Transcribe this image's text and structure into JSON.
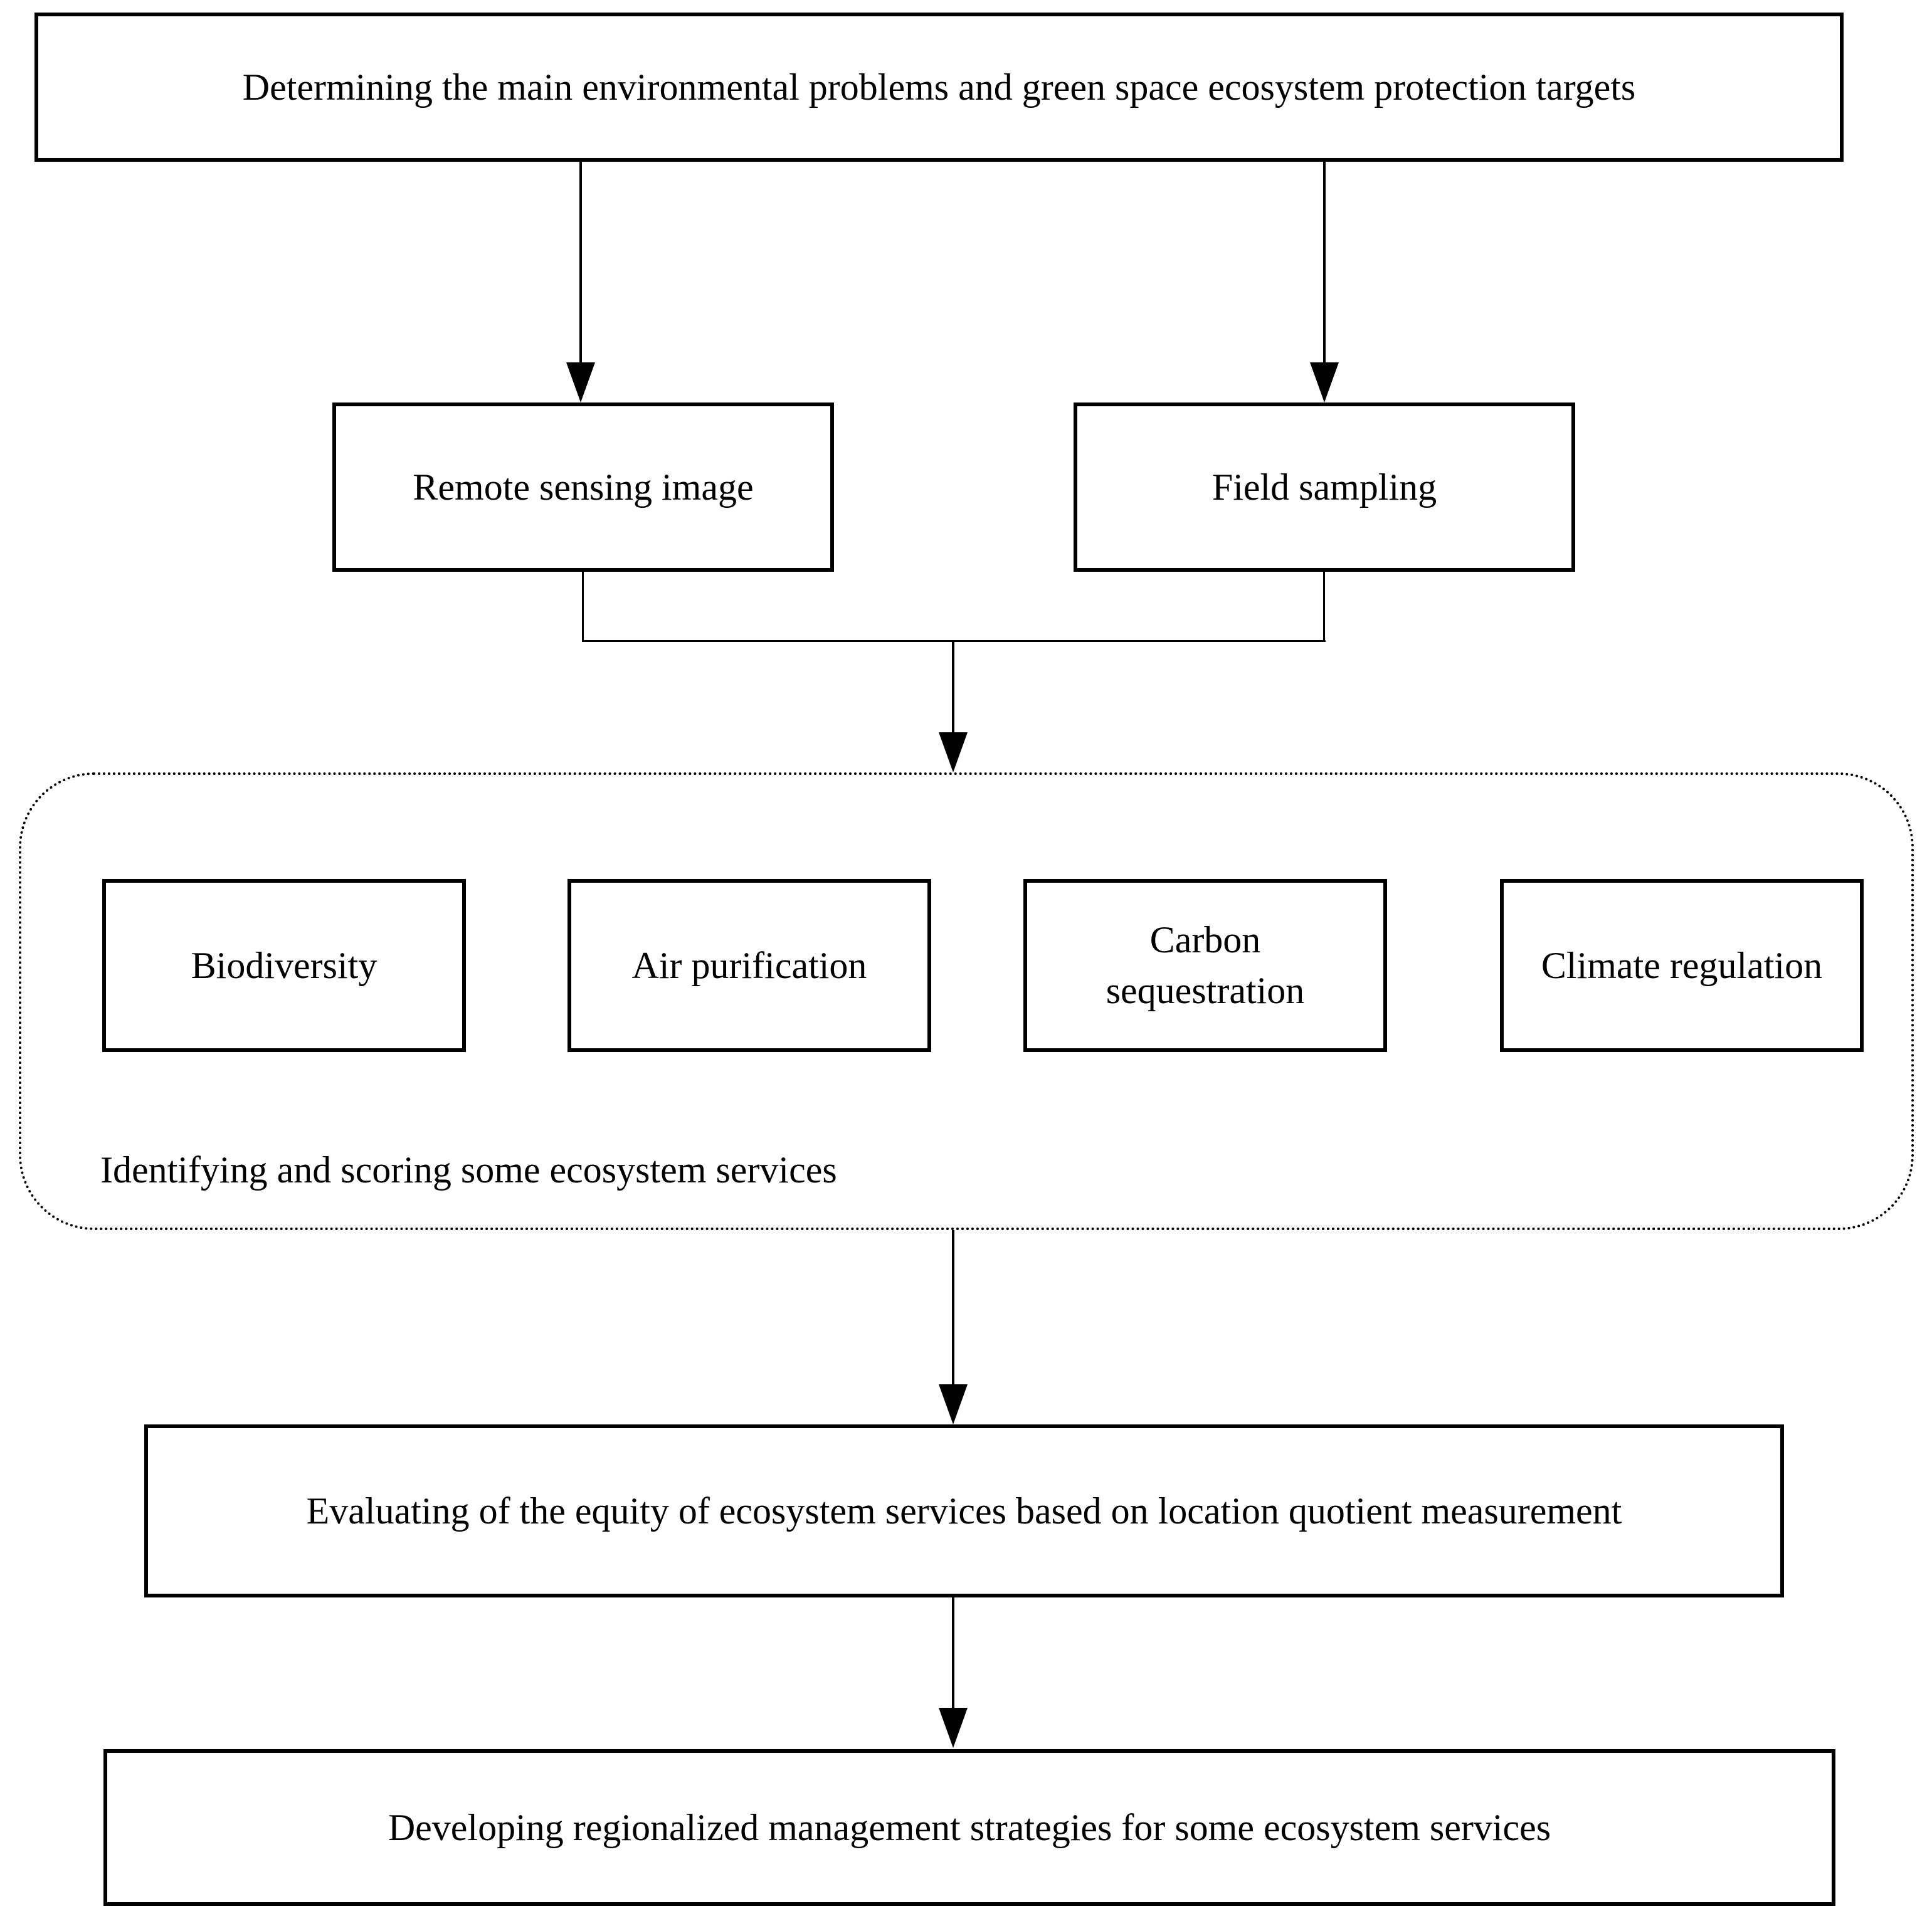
{
  "figure": {
    "background_color": "#ffffff",
    "line_color": "#000000",
    "text_color": "#000000",
    "nodes": {
      "determine": "Determining the main environmental problems and green space ecosystem protection targets",
      "remote_sensing": "Remote sensing image",
      "field_sampling": "Field sampling",
      "services": [
        "Biodiversity",
        "Air purification",
        "Carbon sequestration",
        "Climate regulation"
      ],
      "services_group_caption": "Identifying and scoring some ecosystem services",
      "evaluating": "Evaluating of the equity of  ecosystem services based on location quotient measurement",
      "developing": "Developing regionalized  management strategies for some ecosystem services"
    }
  }
}
